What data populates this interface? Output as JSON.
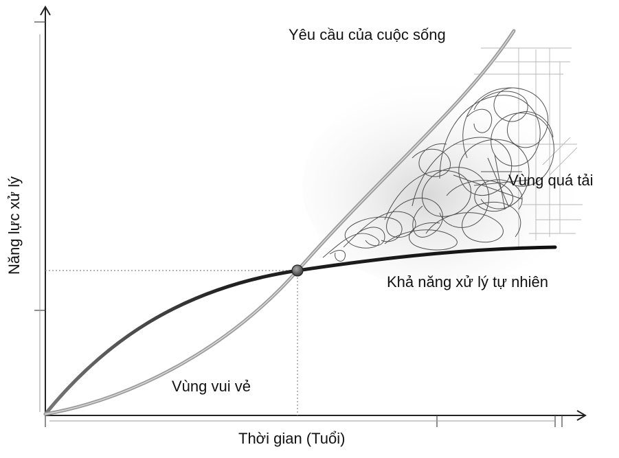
{
  "diagram": {
    "y_axis_label": "Năng lực xử lý",
    "x_axis_label": "Thời gian (Tuổi)",
    "curve_life_demand_label": "Yêu cầu của cuộc sống",
    "curve_natural_capacity_label": "Khả năng xử lý tự nhiên",
    "zone_overload_label": "Vùng quá tải",
    "zone_happy_label": "Vùng vui vẻ"
  }
}
